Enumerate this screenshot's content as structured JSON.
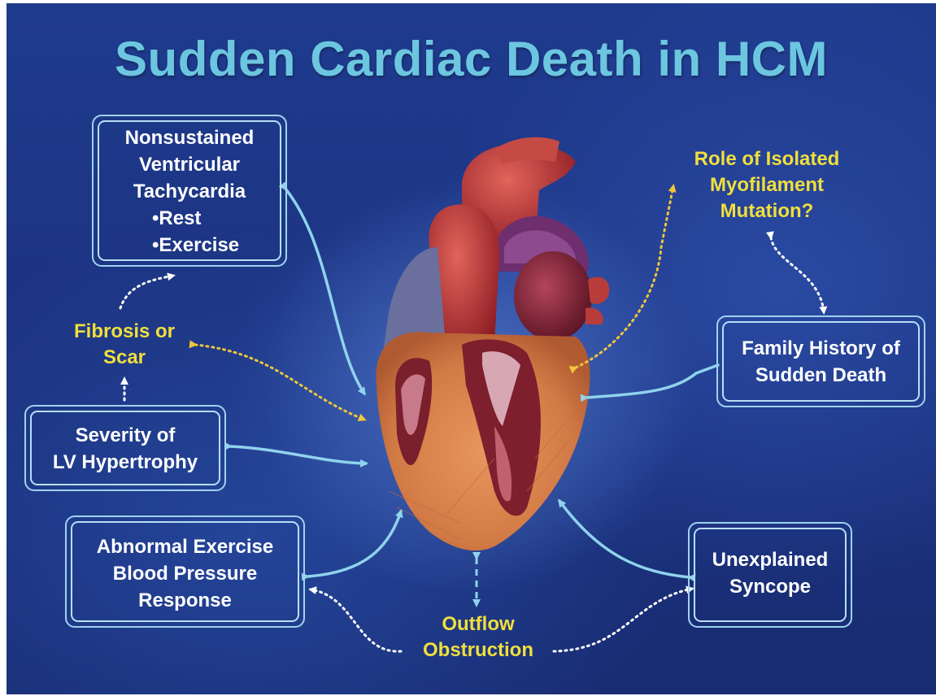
{
  "title": "Sudden Cardiac Death in HCM",
  "colors": {
    "title": "#6cc6e0",
    "box_text": "#ffffff",
    "yellow_text": "#f0df3c",
    "solid_arrow": "#8fd3ec",
    "dotted_yellow": "#f0c63a",
    "dotted_white": "#ffffff"
  },
  "boxes": {
    "nsvt": {
      "lines": [
        "Nonsustained",
        "Ventricular",
        "Tachycardia"
      ],
      "bullets": [
        "•Rest",
        "•Exercise"
      ]
    },
    "lvh": {
      "lines": [
        "Severity of",
        "LV Hypertrophy"
      ]
    },
    "bp": {
      "lines": [
        "Abnormal Exercise",
        "Blood Pressure",
        "Response"
      ]
    },
    "family": {
      "lines": [
        "Family History of",
        "Sudden Death"
      ]
    },
    "syncope": {
      "lines": [
        "Unexplained",
        "Syncope"
      ]
    }
  },
  "labels": {
    "fibrosis": [
      "Fibrosis or",
      "Scar"
    ],
    "myofilament": [
      "Role of Isolated",
      "Myofilament",
      "Mutation?"
    ],
    "outflow": [
      "Outflow",
      "Obstruction"
    ]
  },
  "center_image": "heart-cross-section-illustration"
}
